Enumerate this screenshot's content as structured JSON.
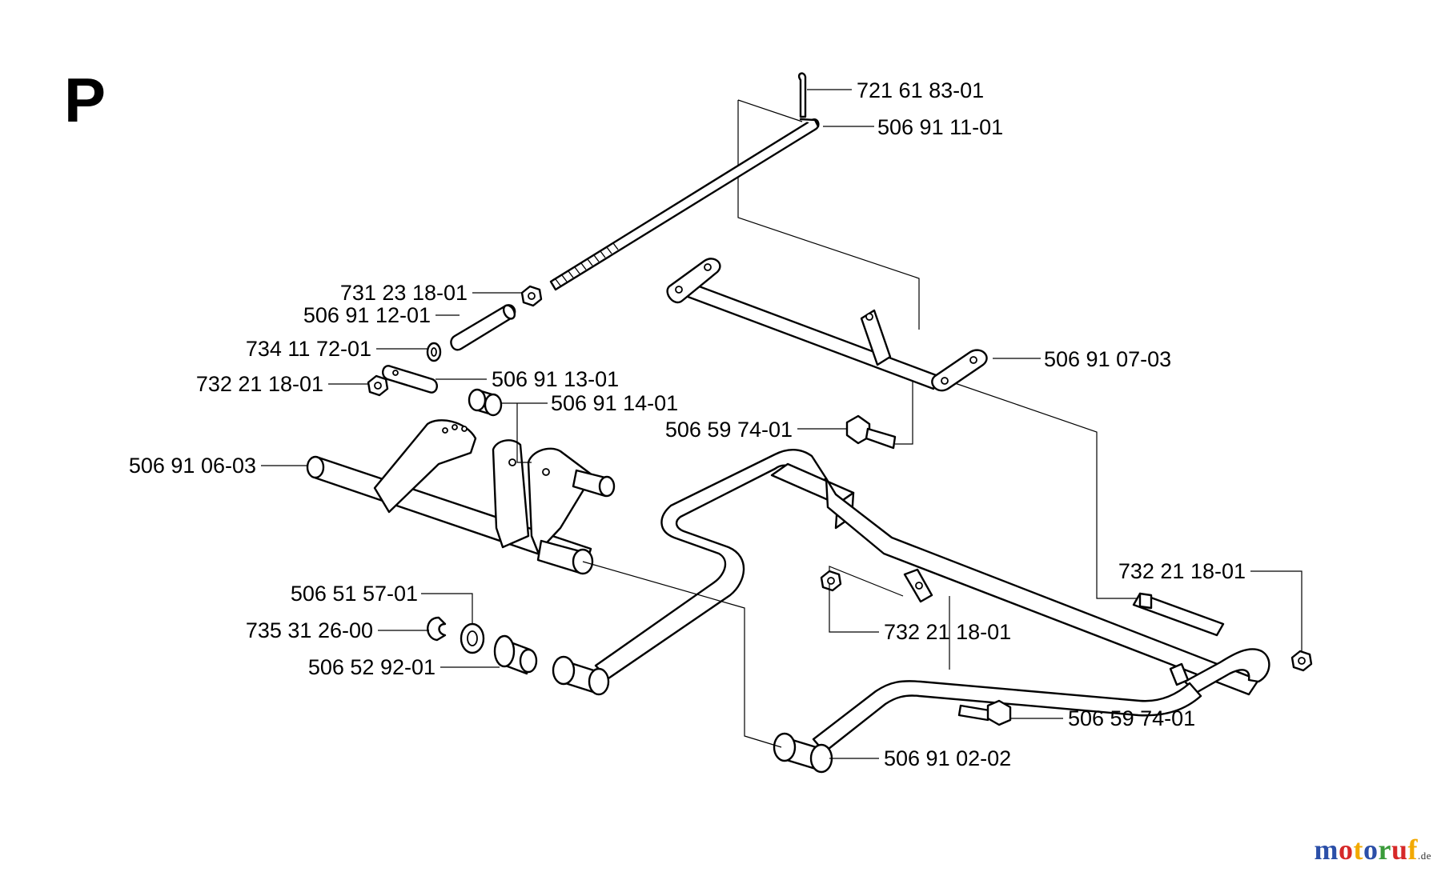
{
  "section_letter": "P",
  "parts": {
    "cotter_pin": "721 61 83-01",
    "lift_rod": "506 91 11-01",
    "rod_nut": "731 23 18-01",
    "spring_sleeve": "506 91 12-01",
    "washer": "734 11 72-01",
    "lock_nut_left": "732 21 18-01",
    "pin": "506 91 13-01",
    "bushing": "506 91 14-01",
    "rear_lift_shaft": "506 91 07-03",
    "shoulder_bolt_top": "506 59 74-01",
    "front_lift_shaft": "506 91 06-03",
    "lock_nut_right": "732 21 18-01",
    "washer_large": "506 51 57-01",
    "retaining_clip": "735 31 26-00",
    "flange_bearing": "506 52 92-01",
    "lock_nut_center": "732 21 18-01",
    "shoulder_bolt_bottom": "506 59 74-01",
    "support_frame": "506 91 02-02"
  },
  "watermark": {
    "letters": [
      "m",
      "o",
      "t",
      "o",
      "r",
      "u",
      "f"
    ],
    "colors": [
      "#2b4fa8",
      "#d62828",
      "#f2a900",
      "#2b4fa8",
      "#3a9b3a",
      "#d62828",
      "#f2a900"
    ],
    "tld": ".de"
  }
}
